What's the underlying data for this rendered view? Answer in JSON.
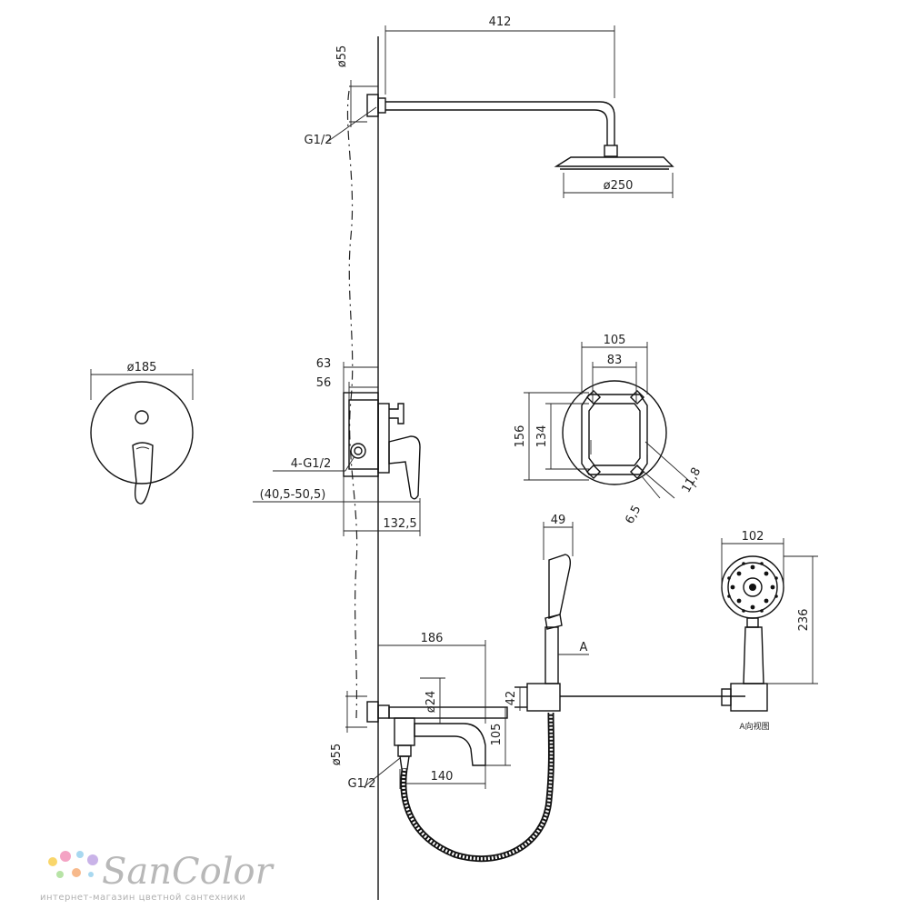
{
  "dimensions": {
    "arm_length": "412",
    "flange_diameter_top": "ø55",
    "thread_top": "G1/2",
    "head_diameter": "ø250",
    "plate_diameter": "ø185",
    "body_depth_outer": "63",
    "body_depth_inner": "56",
    "inlet_threads": "4-G1/2",
    "wall_range": "(40,5-50,5)",
    "mixer_depth": "132,5",
    "box_width_outer": "105",
    "box_width_inner": "83",
    "box_height_outer": "156",
    "box_height_inner": "134",
    "hole_size": "11,8",
    "hole_offset": "6,5",
    "handle_width": "49",
    "hand_head_width": "102",
    "hand_length": "236",
    "spout_length": "186",
    "spout_diameter": "ø24",
    "spout_height": "105",
    "spout_reach": "140",
    "holder_height": "42",
    "flange_diameter_bottom": "ø55",
    "thread_bottom": "G1/2",
    "view_marker": "A",
    "view_caption": "A向视图"
  },
  "brand": {
    "name": "SanColor",
    "tagline": "интернет-магазин цветной сантехники",
    "dot_colors": [
      "#f9d66b",
      "#f4a3c4",
      "#a8d8f0",
      "#c9b3e8",
      "#b7e3a6",
      "#f7b98b"
    ]
  }
}
